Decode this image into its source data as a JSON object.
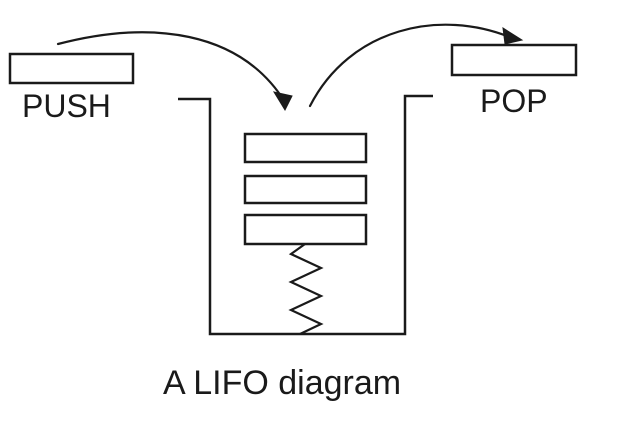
{
  "diagram": {
    "push_label": "PUSH",
    "pop_label": "POP",
    "caption": "A LIFO diagram",
    "stack_item_count": 3
  }
}
